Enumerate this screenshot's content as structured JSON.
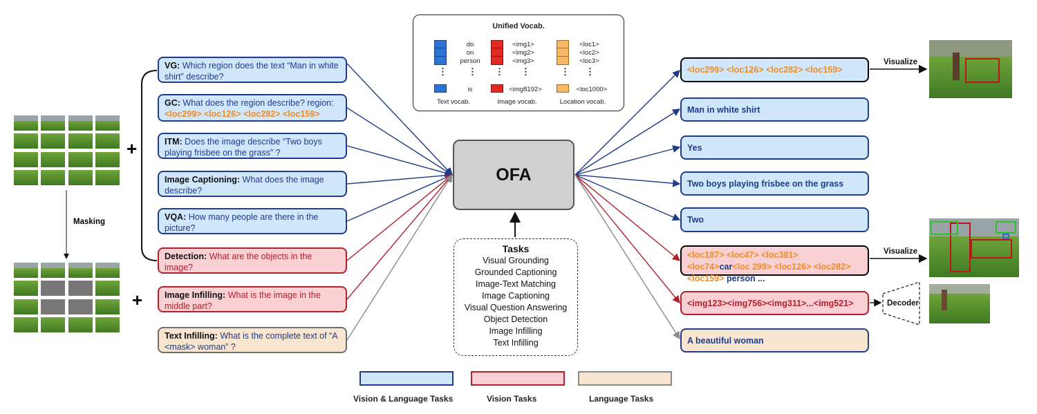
{
  "vocab": {
    "title": "Unified Vocab.",
    "text_tokens": [
      "do",
      "on",
      "person",
      "is"
    ],
    "image_tokens": [
      "<img1>",
      "<img2>",
      "<img3>",
      "<img8192>"
    ],
    "location_tokens": [
      "<loc1>",
      "<loc2>",
      "<loc3>",
      "<loc1000>"
    ],
    "captions": [
      "Text vocab.",
      "Image vocab.",
      "Location vocab."
    ]
  },
  "center": {
    "label": "OFA"
  },
  "tasks": {
    "title": "Tasks",
    "items": [
      "Visual Grounding",
      "Grounded Captioning",
      "Image-Text Matching",
      "Image Captioning",
      "Visual Question Answering",
      "Object Detection",
      "Image Infilling",
      "Text Infilling"
    ]
  },
  "left": {
    "plus1": "+",
    "plus2": "+",
    "masking": "Masking",
    "vg": {
      "tag": "VG:",
      "text": "Which region does the text “Man in white shirt” describe?"
    },
    "gc": {
      "tag": "GC:",
      "text": "What does the region describe? region:",
      "loc": "<loc299> <loc126> <loc282> <loc159>"
    },
    "itm": {
      "tag": "ITM:",
      "text": "Does the image describe “Two boys playing frisbee on the grass” ?"
    },
    "cap": {
      "tag": "Image Captioning:",
      "text": "What does the image describe?"
    },
    "vqa": {
      "tag": "VQA:",
      "text": "How many people are there in the picture?"
    },
    "det": {
      "tag": "Detection:",
      "text": "What are the objects in the image?"
    },
    "inf": {
      "tag": "Image Infilling:",
      "text": "What is the image in the middle part?"
    },
    "txt": {
      "tag": "Text Infilling:",
      "text": "What is the complete text of “A <mask> woman” ?"
    }
  },
  "right": {
    "o1": "<loc299> <loc126> <loc282> <loc159>",
    "o2": "Man in white shirt",
    "o3": "Yes",
    "o4": "Two boys playing frisbee on the grass",
    "o5": "Two",
    "o6a": "<loc187> <loc47> <loc381> <loc74>",
    "o6b": "car",
    "o6c": "<loc 299> <loc126> <loc282> <loc159>",
    "o6d": "person ...",
    "o7": "<img123><img756><img311>...<img521>",
    "o8": "A beautiful woman",
    "visualize1": "Visualize",
    "visualize2": "Visualize",
    "decoder": "Decoder"
  },
  "legend": {
    "items": [
      {
        "label": "Vision & Language Tasks",
        "color": "#1f3c88",
        "fill": "#cfe6fb"
      },
      {
        "label": "Vision Tasks",
        "color": "#b21f2d",
        "fill": "#f8d0d3"
      },
      {
        "label": "Language Tasks",
        "color": "#8a8a8a",
        "fill": "#f7e5cf"
      }
    ]
  },
  "colors": {
    "blue": "#1f3c88",
    "red": "#b21f2d",
    "gray": "#8a8a8a",
    "orange": "#f08c24"
  }
}
